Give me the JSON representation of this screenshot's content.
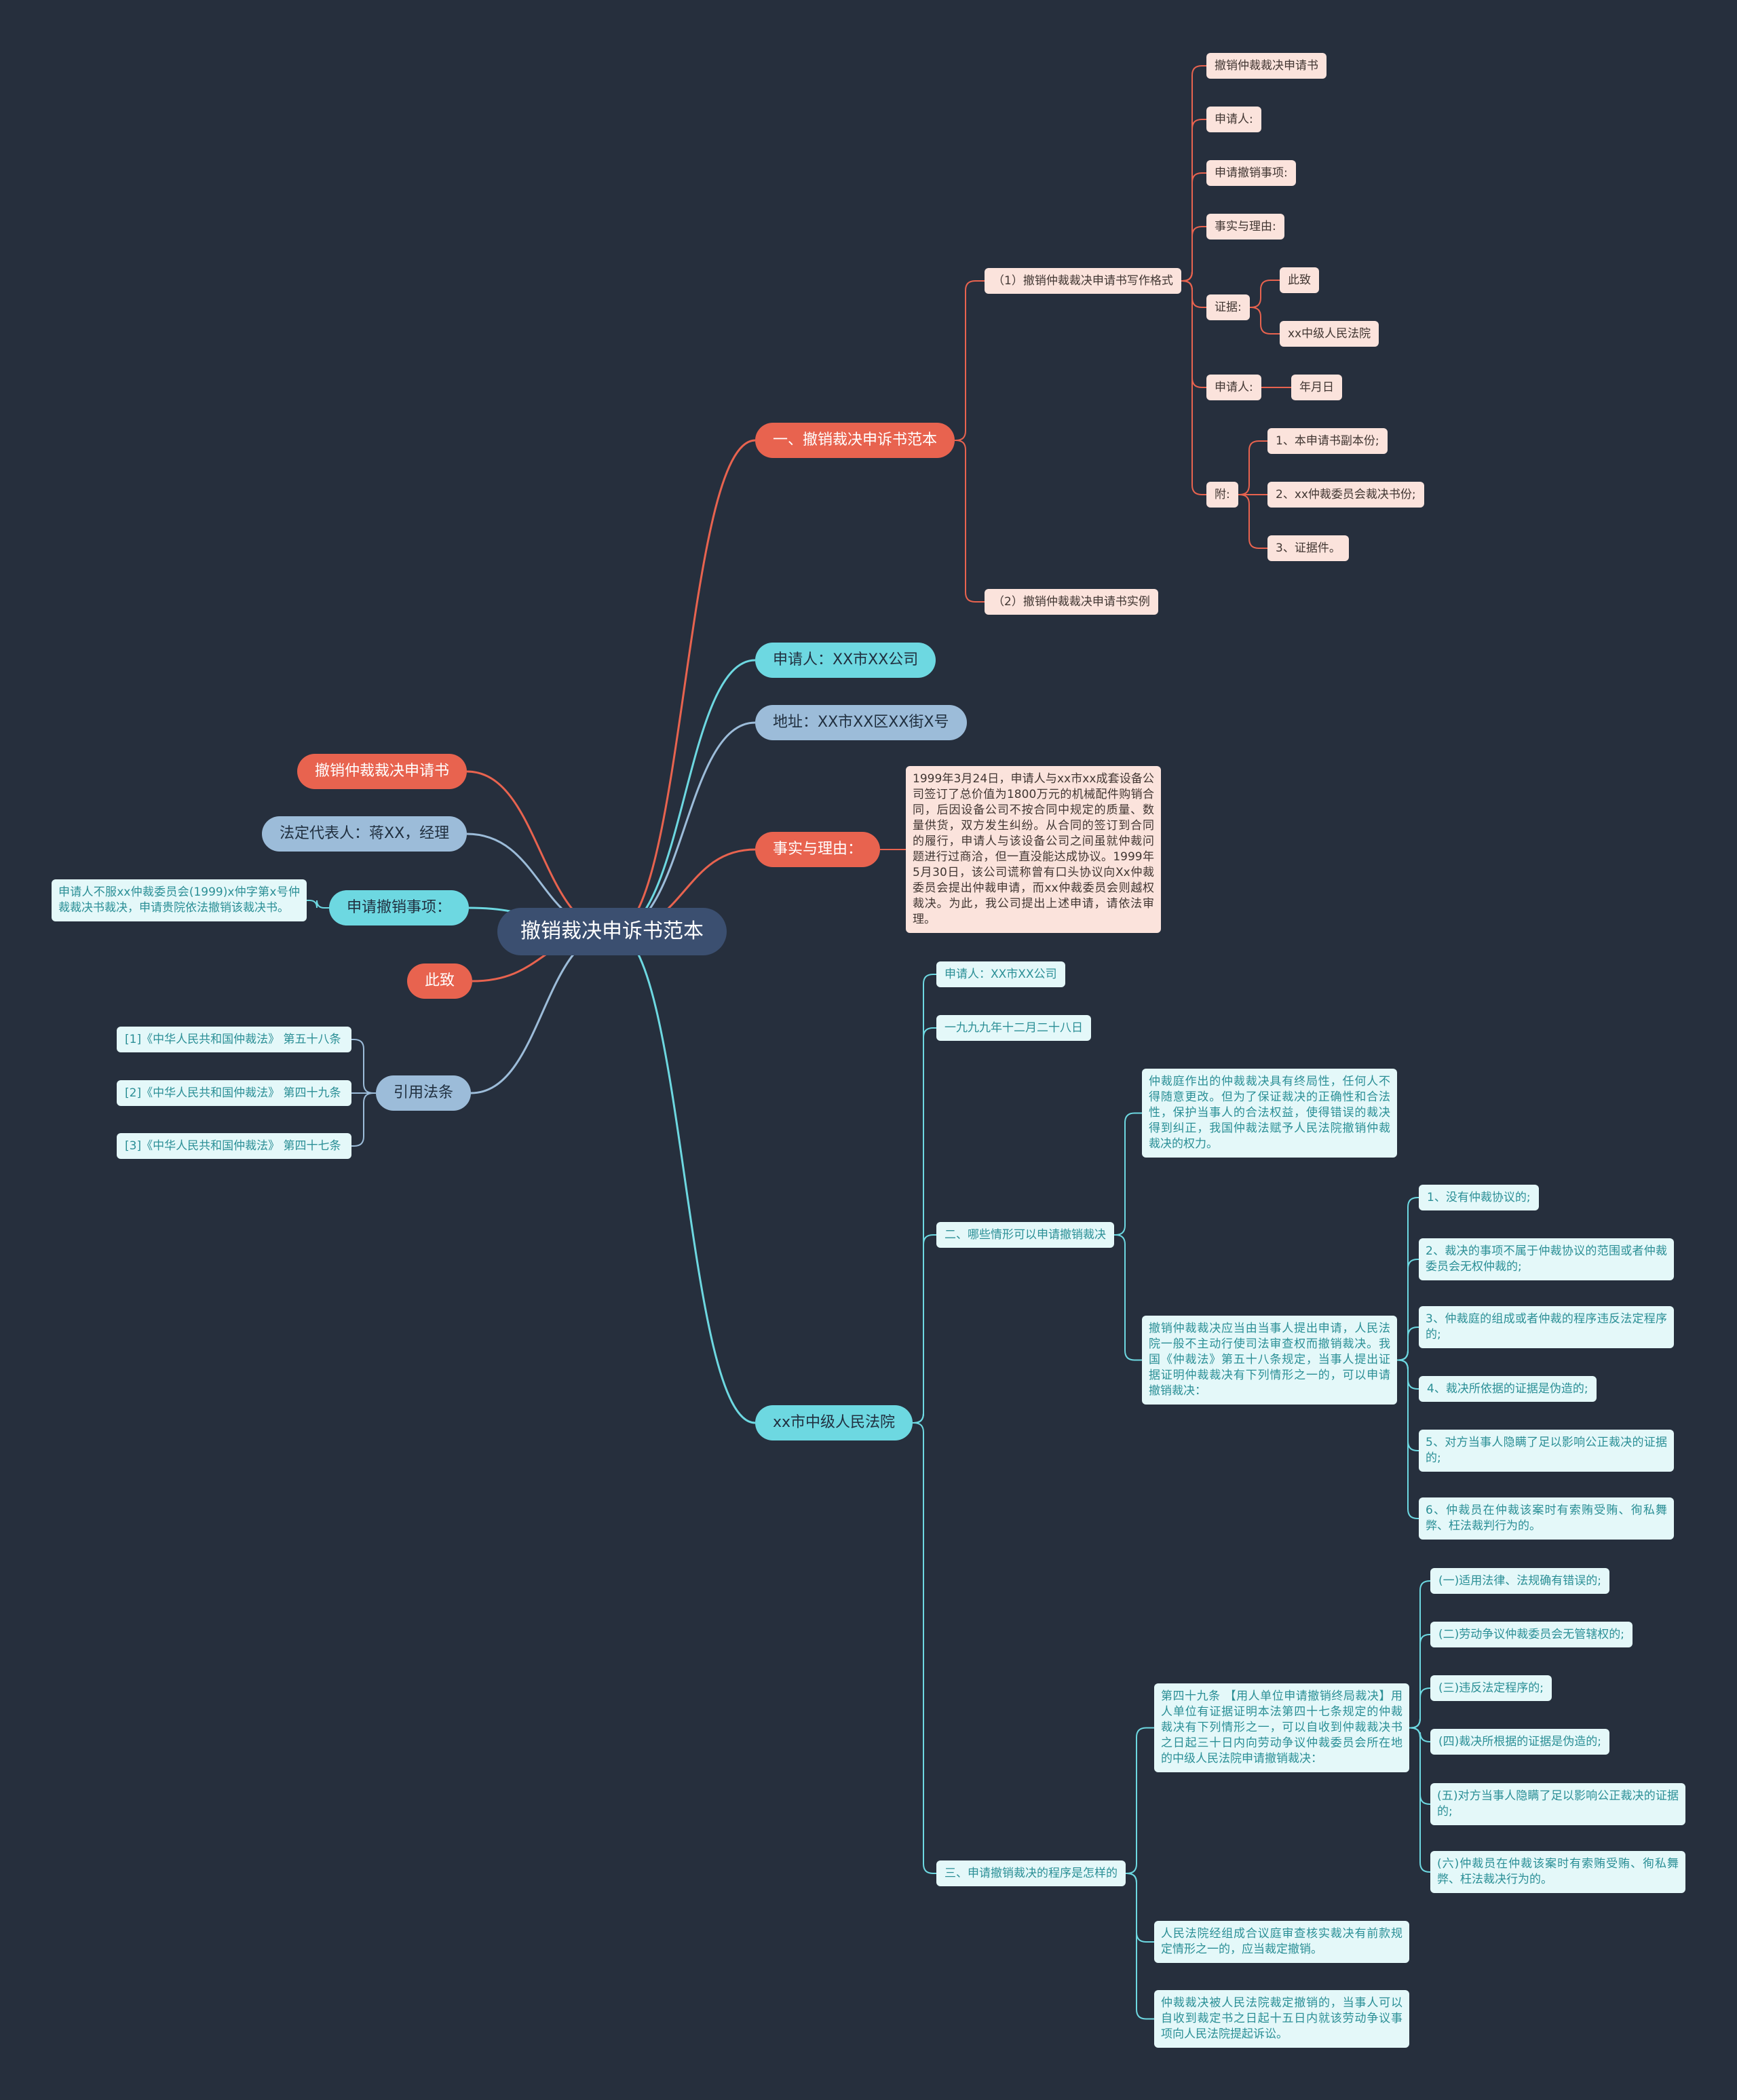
{
  "center": "撤销裁决申诉书范本",
  "left": {
    "b1": "撤销仲裁裁决申请书",
    "b2": "法定代表人：蒋XX，经理",
    "b3": "申请撤销事项：",
    "b3_child": "申请人不服xx仲裁委员会(1999)x仲字第x号仲裁裁决书裁决，申请贵院依法撤销该裁决书。",
    "b4": "此致",
    "b5": "引用法条",
    "refs": [
      "[1]《中华人民共和国仲裁法》 第五十八条",
      "[2]《中华人民共和国仲裁法》 第四十九条",
      "[3]《中华人民共和国仲裁法》 第四十七条"
    ]
  },
  "right": {
    "r1": "一、撤销裁决申诉书范本",
    "r1_a": "（1）撤销仲裁裁决申请书写作格式",
    "r1_a_items": {
      "title": "撤销仲裁裁决申请书",
      "applicant": "申请人:",
      "matters": "申请撤销事项:",
      "facts": "事实与理由:",
      "evidence": "证据:",
      "evidence_c1": "此致",
      "evidence_c2": "xx中级人民法院",
      "applicant2": "申请人:",
      "date": "年月日",
      "attach": "附:",
      "attach_items": [
        "1、本申请书副本份;",
        "2、xx仲裁委员会裁决书份;",
        "3、证据件。"
      ]
    },
    "r1_b": "（2）撤销仲裁裁决申请书实例",
    "r2": "申请人：XX市XX公司",
    "r3": "地址：XX市XX区XX街X号",
    "r4": "事实与理由：",
    "r4_text": "1999年3月24日，申请人与xx市xx成套设备公司签订了总价值为1800万元的机械配件购销合同，后因设备公司不按合同中规定的质量、数量供货，双方发生纠纷。从合同的签订到合同的履行，申请人与该设备公司之间虽就仲裁问题进行过商洽，但一直没能达成协议。1999年5月30日，该公司谎称曾有口头协议向Xx仲裁委员会提出仲裁申请，而xx仲裁委员会则越权裁决。为此，我公司提出上述申请，请依法审理。",
    "r5": "xx市中级人民法院",
    "r5_items": {
      "c1": "申请人：XX市XX公司",
      "c2": "一九九九年十二月二十八日",
      "c3": "二、哪些情形可以申请撤销裁决",
      "c3_t1": "仲裁庭作出的仲裁裁决具有终局性，任何人不得随意更改。但为了保证裁决的正确性和合法性，保护当事人的合法权益，使得错误的裁决得到纠正，我国仲裁法赋予人民法院撤销仲裁裁决的权力。",
      "c3_t2": "撤销仲裁裁决应当由当事人提出申请，人民法院一般不主动行使司法审查权而撤销裁决。我国《仲裁法》第五十八条规定，当事人提出证据证明仲裁裁决有下列情形之一的，可以申请撤销裁决：",
      "c3_list": [
        "1、没有仲裁协议的;",
        "2、裁决的事项不属于仲裁协议的范围或者仲裁委员会无权仲裁的;",
        "3、仲裁庭的组成或者仲裁的程序违反法定程序的;",
        "4、裁决所依据的证据是伪造的;",
        "5、对方当事人隐瞒了足以影响公正裁决的证据的;",
        "6、仲裁员在仲裁该案时有索贿受贿、徇私舞弊、枉法裁判行为的。"
      ],
      "c4": "三、申请撤销裁决的程序是怎样的",
      "c4_t1": "第四十九条 【用人单位申请撤销终局裁决】用人单位有证据证明本法第四十七条规定的仲裁裁决有下列情形之一，可以自收到仲裁裁决书之日起三十日内向劳动争议仲裁委员会所在地的中级人民法院申请撤销裁决：",
      "c4_list": [
        "(一)适用法律、法规确有错误的;",
        "(二)劳动争议仲裁委员会无管辖权的;",
        "(三)违反法定程序的;",
        "(四)裁决所根据的证据是伪造的;",
        "(五)对方当事人隐瞒了足以影响公正裁决的证据的;",
        "(六)仲裁员在仲裁该案时有索贿受贿、徇私舞弊、枉法裁决行为的。"
      ],
      "c4_t2": "人民法院经组成合议庭审查核实裁决有前款规定情形之一的，应当裁定撤销。",
      "c4_t3": "仲裁裁决被人民法院裁定撤销的，当事人可以自收到裁定书之日起十五日内就该劳动争议事项向人民法院提起诉讼。"
    }
  },
  "colors": {
    "background": "#262f3d",
    "red": "#e8634f",
    "cyan": "#6dd8e1",
    "blue": "#9cbcd9",
    "pink_box": "#fbe3dc",
    "mint_box": "#e4f8f9"
  }
}
